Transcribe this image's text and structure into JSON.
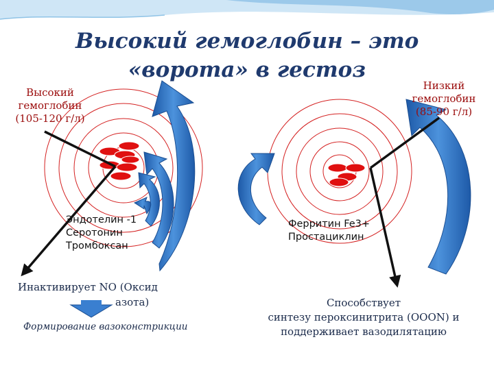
{
  "title": {
    "line1": "Высокий гемоглобин – это",
    "line2": "«ворота» в гестоз"
  },
  "left_label": {
    "line1": "Высокий",
    "line2": "гемоглобин",
    "line3": "(105-120 г/л)"
  },
  "right_label": {
    "line1": "Низкий",
    "line2": "гемоглобин",
    "line3": "(85-90 г/л)"
  },
  "left_factors": [
    "Эндотелин -1",
    "Серотонин",
    "Тромбоксан"
  ],
  "right_factors": [
    "Ферритин Fe3+",
    "Простациклин"
  ],
  "left_effect": {
    "line1": "Инактивирует NO (Оксид",
    "line2": "азота)"
  },
  "left_result": "Формирование вазоконстрикции",
  "right_effect": {
    "line1": "Способствует",
    "line2": "синтезу пероксинитрита (OOON) и",
    "line3": "поддерживает вазодилятацию"
  },
  "colors": {
    "ring": "#d42020",
    "cell": "#e01010",
    "arrow_blue": "#2a6fc0",
    "arrow_line": "#111111",
    "title": "#1f3a6e",
    "label_red": "#9a0a0a",
    "decor_wave": "#8fc3e6"
  }
}
